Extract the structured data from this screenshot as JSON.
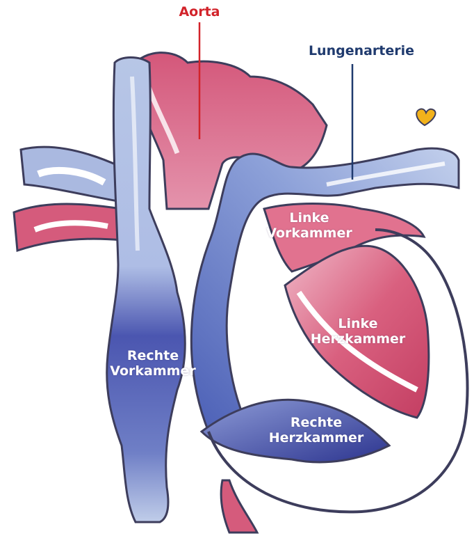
{
  "labels": {
    "aorta": "Aorta",
    "lungenarterie": "Lungenarterie",
    "linke_vorkammer": [
      "Linke",
      "Vorkammer"
    ],
    "linke_herzkammer": [
      "Linke",
      "Herzkammer"
    ],
    "rechte_vorkammer": [
      "Rechte",
      "Vorkammer"
    ],
    "rechte_herzkammer": [
      "Rechte",
      "Herzkammer"
    ]
  },
  "colors": {
    "aorta_label": "#d2232a",
    "lungenarterie_label": "#1f3a6e",
    "oxygenated_blood": "#d9567a",
    "deoxygenated_blood": "#3f4ea8",
    "vein_light": "#a9bde3",
    "heart_icon": "#f2b21b"
  },
  "icons": {
    "heart": "small-heart-icon"
  }
}
